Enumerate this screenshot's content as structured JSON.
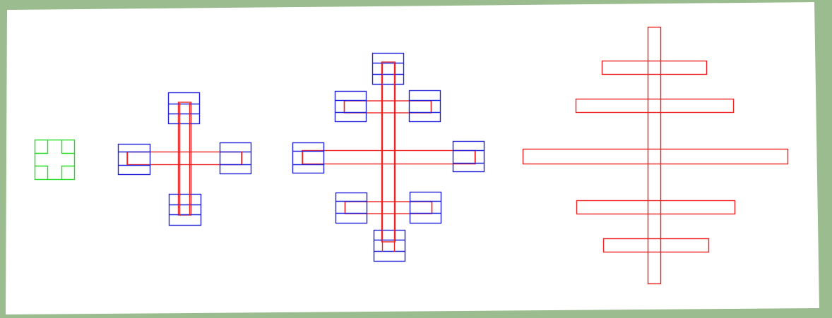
{
  "diagram": {
    "background_color": "#9bbc8f",
    "paper_color": "#ffffff",
    "colors": {
      "green": "#22dd22",
      "blue": "#2222dd",
      "red": "#ee2222"
    },
    "figures": [
      {
        "id": "figure-1",
        "description_visible_text": ""
      },
      {
        "id": "figure-2",
        "description_visible_text": ""
      },
      {
        "id": "figure-3",
        "description_visible_text": ""
      },
      {
        "id": "figure-4",
        "description_visible_text": ""
      }
    ]
  }
}
